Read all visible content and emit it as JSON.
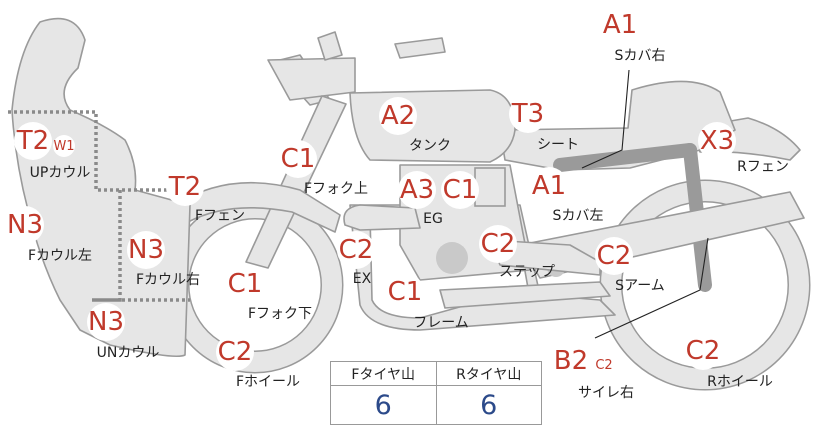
{
  "parts": [
    {
      "code": "A1",
      "name": "Sカバ右"
    },
    {
      "code": "A2",
      "name": "タンク"
    },
    {
      "code": "T3",
      "name": "シート"
    },
    {
      "code": "X3",
      "name": "Rフェン"
    },
    {
      "code": "T2",
      "sub": "W1",
      "name": "UPカウル"
    },
    {
      "code": "C1",
      "name": "Fフォク上"
    },
    {
      "code": "T2",
      "name": "Fフェン"
    },
    {
      "code": "A3",
      "name": "EG"
    },
    {
      "code": "C1"
    },
    {
      "code": "A1",
      "name": "Sカバ左"
    },
    {
      "code": "N3",
      "name": "Fカウル左"
    },
    {
      "code": "C2",
      "name": "EX"
    },
    {
      "code": "C2",
      "name": "ステップ"
    },
    {
      "code": "N3",
      "name": "Fカウル右"
    },
    {
      "code": "C2",
      "name": "Sアーム"
    },
    {
      "code": "C1",
      "name": "Fフォク下"
    },
    {
      "code": "C1",
      "name": "フレーム"
    },
    {
      "code": "N3",
      "name": "UNカウル"
    },
    {
      "code": "B2",
      "sub": "C2",
      "name": "サイレ右"
    },
    {
      "code": "C2",
      "name": "Fホイール"
    },
    {
      "code": "C2",
      "name": "Rホイール"
    }
  ],
  "tires": {
    "front_label": "Fタイヤ山",
    "front_value": "6",
    "rear_label": "Rタイヤ山",
    "rear_value": "6"
  }
}
